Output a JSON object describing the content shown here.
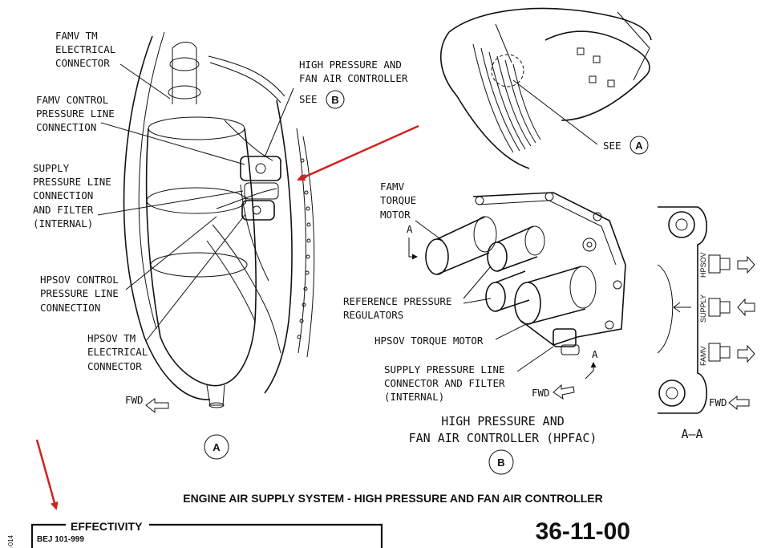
{
  "view_a": {
    "callouts": {
      "famv_tm_connector": [
        "FAMV TM",
        "ELECTRICAL",
        "CONNECTOR"
      ],
      "famv_control_line": [
        "FAMV CONTROL",
        "PRESSURE LINE",
        "CONNECTION"
      ],
      "supply_line": [
        "SUPPLY",
        "PRESSURE LINE",
        "CONNECTION",
        "AND FILTER",
        "(INTERNAL)"
      ],
      "hpsov_control_line": [
        "HPSOV CONTROL",
        "PRESSURE LINE",
        "CONNECTION"
      ],
      "hpsov_tm_connector": [
        "HPSOV TM",
        "ELECTRICAL",
        "CONNECTOR"
      ],
      "hpfac_ref": [
        "HIGH PRESSURE AND",
        "FAN AIR CONTROLLER"
      ],
      "see_label": "SEE",
      "see_ref": "B"
    },
    "fwd": "FWD",
    "view_id": "A"
  },
  "engine_inset": {
    "see_label": "SEE",
    "see_ref": "A"
  },
  "view_b": {
    "callouts": {
      "famv_torque_motor": [
        "FAMV",
        "TORQUE",
        "MOTOR"
      ],
      "reference_regulators": [
        "REFERENCE PRESSURE",
        "REGULATORS"
      ],
      "hpsov_torque_motor": "HPSOV TORQUE MOTOR",
      "supply_connector": [
        "SUPPLY PRESSURE LINE",
        "CONNECTOR AND FILTER",
        "(INTERNAL)"
      ]
    },
    "section_marker_top": "A",
    "section_marker_bottom": "A",
    "fwd": "FWD",
    "caption": [
      "HIGH PRESSURE AND",
      "FAN AIR CONTROLLER (HPFAC)"
    ],
    "view_id": "B"
  },
  "section_aa": {
    "ports": [
      "HPSOV",
      "SUPPLY",
      "FAMV"
    ],
    "fwd": "FWD",
    "caption": "A—A"
  },
  "footer": {
    "figure_title": "ENGINE AIR SUPPLY SYSTEM - HIGH PRESSURE AND FAN AIR CONTROLLER",
    "effectivity_label": "EFFECTIVITY",
    "effectivity_value": "BEJ 101-999",
    "doc_number": "36-11-00",
    "side_code": "-014"
  },
  "colors": {
    "ink": "#111111",
    "annotation_arrow": "#d42020",
    "background": "#ffffff"
  }
}
